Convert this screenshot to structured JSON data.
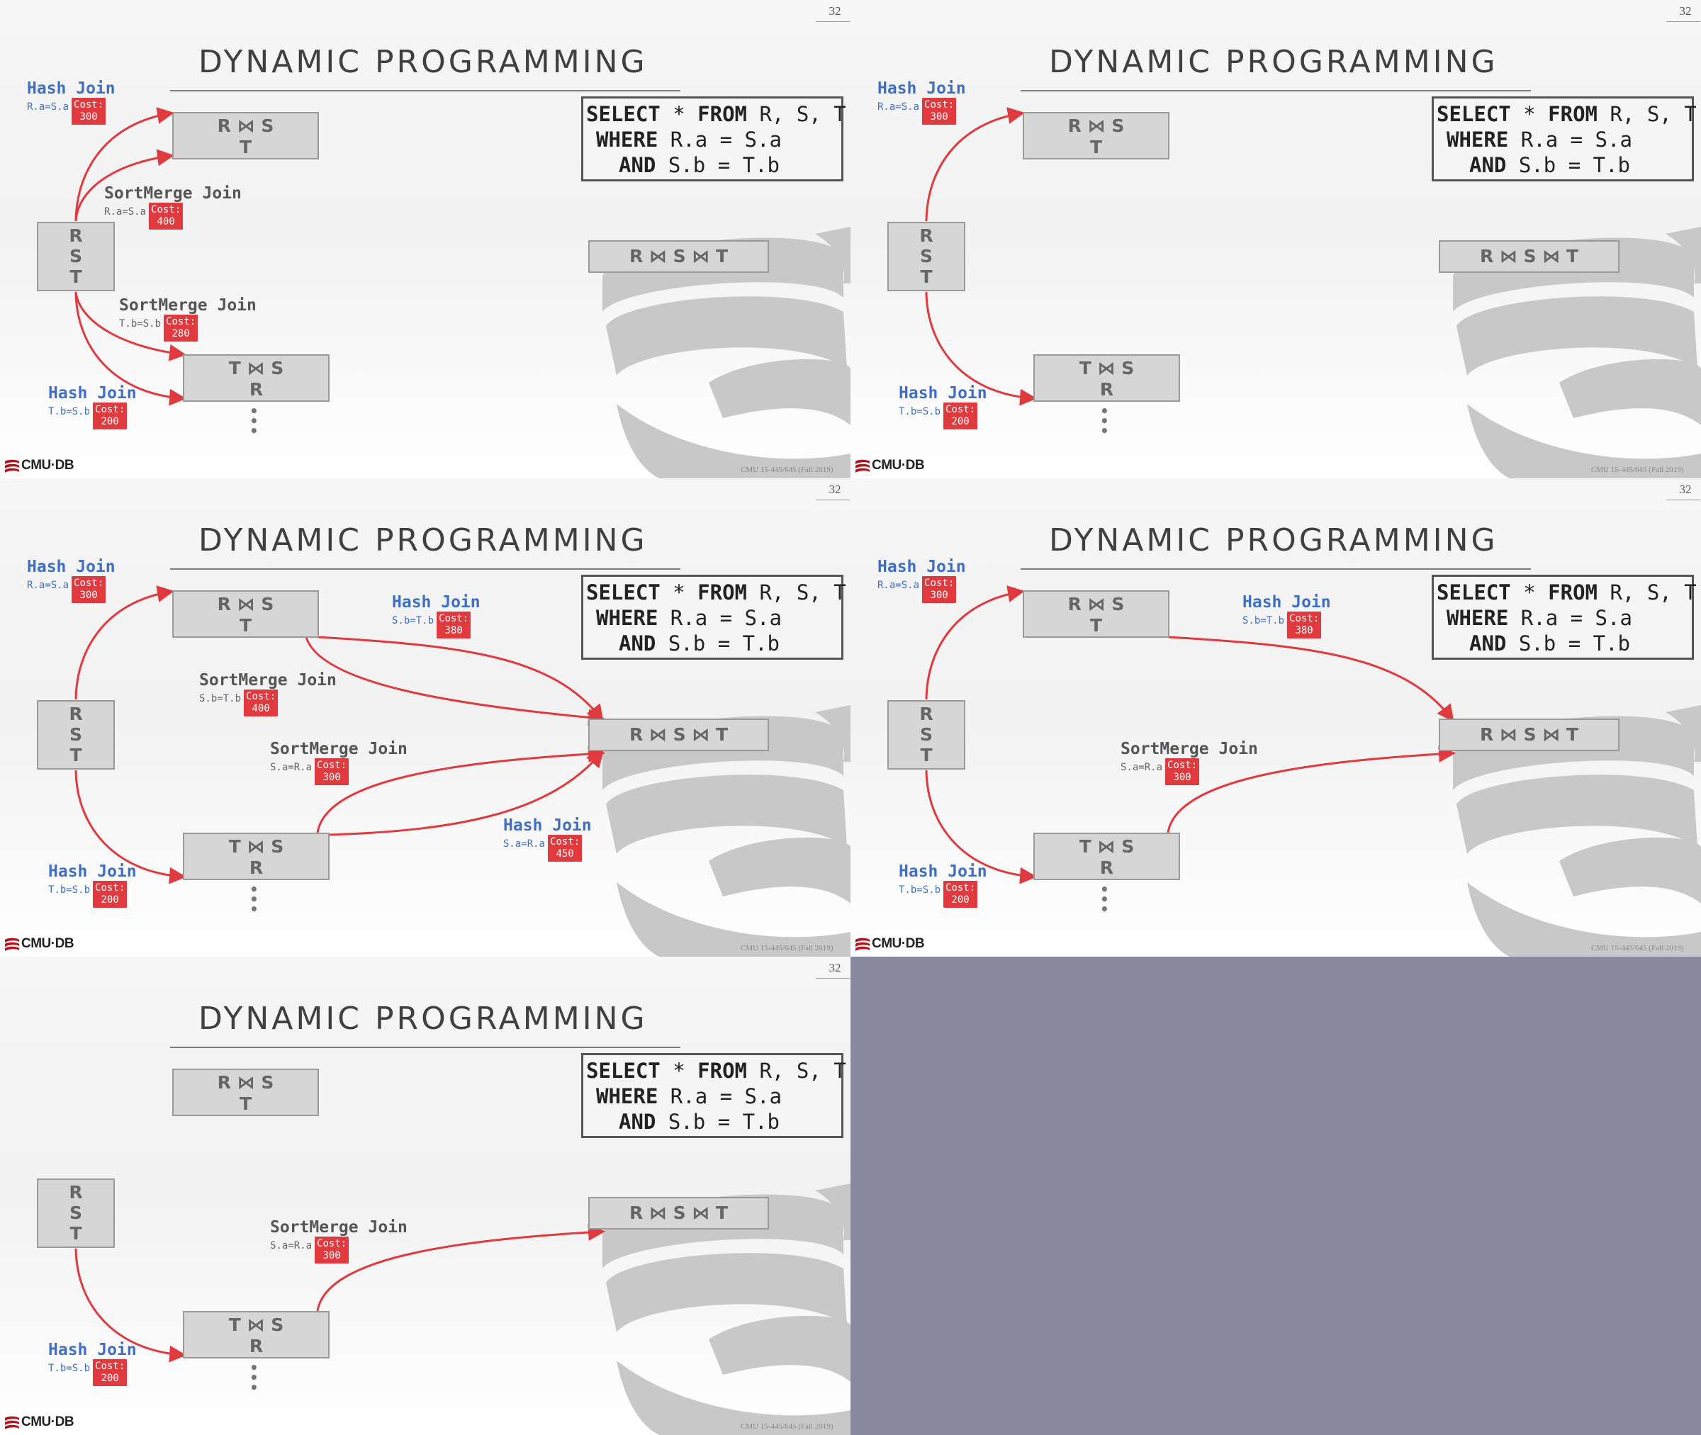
{
  "slide": {
    "page_number": "32",
    "title": "DYNAMIC PROGRAMMING",
    "sql": {
      "line1": [
        "SELECT",
        " * ",
        "FROM",
        " R, S, T"
      ],
      "line2": [
        "WHERE",
        " R.a = S.a"
      ],
      "line3": [
        "AND",
        " S.b = T.b"
      ]
    },
    "nodes": {
      "rs": [
        "R ⋈ S",
        "T"
      ],
      "ts": [
        "T ⋈ S",
        "R"
      ],
      "rst": [
        "R",
        "S",
        "T"
      ],
      "final": "R ⋈ S ⋈ T",
      "ellipsis": "•\n•\n•"
    },
    "cost_label": "Cost:",
    "logo_text": "CMU·DB",
    "footer": "CMU 15-445/645 (Fall 2019)"
  },
  "joins": {
    "rs_hash": {
      "name": "Hash Join",
      "cond": "R.a=S.a",
      "cost": "300",
      "kind": "hash"
    },
    "rs_merge": {
      "name": "SortMerge Join",
      "cond": "R.a=S.a",
      "cost": "400",
      "kind": "merge"
    },
    "ts_merge": {
      "name": "SortMerge Join",
      "cond": "T.b=S.b",
      "cost": "280",
      "kind": "merge"
    },
    "ts_hash": {
      "name": "Hash Join",
      "cond": "T.b=S.b",
      "cost": "200",
      "kind": "hash"
    },
    "final_hash_from_rs": {
      "name": "Hash Join",
      "cond": "S.b=T.b",
      "cost": "380",
      "kind": "hash"
    },
    "final_merge_from_rs": {
      "name": "SortMerge Join",
      "cond": "S.b=T.b",
      "cost": "400",
      "kind": "merge"
    },
    "final_merge_from_ts": {
      "name": "SortMerge Join",
      "cond": "S.a=R.a",
      "cost": "300",
      "kind": "merge"
    },
    "final_hash_from_ts": {
      "name": "Hash Join",
      "cond": "S.a=R.a",
      "cost": "450",
      "kind": "hash"
    }
  },
  "panels": [
    {
      "joins": [
        "rs_hash",
        "rs_merge",
        "ts_merge",
        "ts_hash"
      ]
    },
    {
      "joins": [
        "rs_hash",
        "ts_hash"
      ]
    },
    {
      "joins": [
        "rs_hash",
        "ts_hash",
        "final_hash_from_rs",
        "final_merge_from_rs",
        "final_merge_from_ts",
        "final_hash_from_ts"
      ]
    },
    {
      "joins": [
        "rs_hash",
        "ts_hash",
        "final_hash_from_rs",
        "final_merge_from_ts"
      ]
    },
    {
      "joins": [
        "ts_hash",
        "final_merge_from_ts"
      ]
    }
  ],
  "colors": {
    "edge": "#e0393e",
    "hash_label": "#3f6fc4",
    "cost_bg": "#e0393e",
    "node_bg": "#d6d6d6",
    "filler": "#8a8a9e"
  }
}
